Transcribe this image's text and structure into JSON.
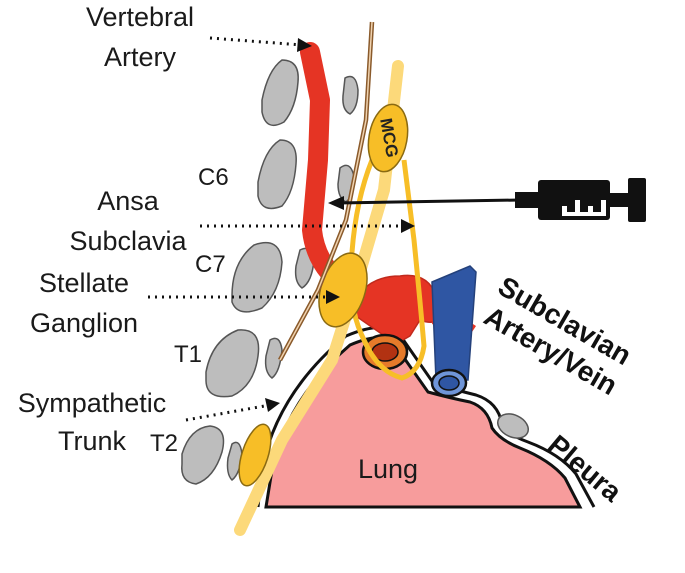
{
  "labels": {
    "vertebral_artery": [
      "Vertebral",
      "Artery"
    ],
    "ansa_subclavia": [
      "Ansa",
      "Subclavia"
    ],
    "stellate_ganglion": [
      "Stellate",
      "Ganglion"
    ],
    "sympathetic_trunk": [
      "Sympathetic",
      "Trunk"
    ],
    "subclavian": [
      "Subclavian",
      "Artery/Vein"
    ],
    "pleura": "Pleura",
    "lung": "Lung",
    "mcg": "MCG"
  },
  "vertebrae": [
    "C6",
    "C7",
    "T1",
    "T2"
  ],
  "colors": {
    "artery": "#e53424",
    "vein": "#2f56a3",
    "nerve": "#f7be27",
    "trunk_pale": "#fcd97a",
    "lung": "#f79c9c",
    "bone": "#bdbdbd",
    "nerve_brown": "#8a5a2b",
    "background": "#ffffff"
  }
}
